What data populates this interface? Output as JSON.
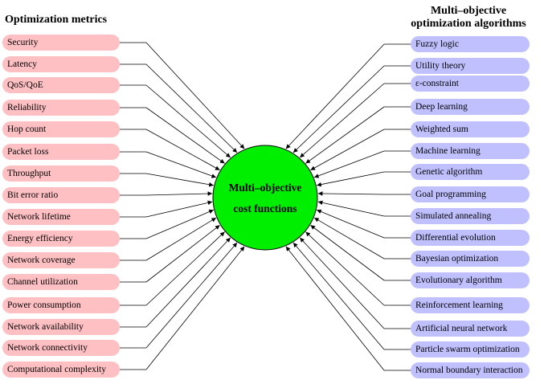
{
  "left_heading": "Optimization metrics",
  "right_heading_line1": "Multi–objective",
  "right_heading_line2": "optimization algorithms",
  "center_line1": "Multi–objective",
  "center_line2": "cost functions",
  "colors": {
    "metric_pill": "#ffc0c4",
    "algorithm_pill": "#c0c0ff",
    "circle_fill": "#00ee00",
    "line": "#000000"
  },
  "metrics": [
    "Security",
    "Latency",
    "QoS/QoE",
    "Reliability",
    "Hop count",
    "Packet loss",
    "Throughput",
    "Bit error ratio",
    "Network lifetime",
    "Energy efficiency",
    "Network coverage",
    "Channel utilization",
    "Power consumption",
    "Network availability",
    "Network connectivity",
    "Computational complexity"
  ],
  "algorithms": [
    "Fuzzy logic",
    "Utility theory",
    "ε-constraint",
    "Deep learning",
    "Weighted sum",
    "Machine learning",
    "Genetic algorithm",
    "Goal programming",
    "Simulated annealing",
    "Differential evolution",
    "Bayesian optimization",
    "Evolutionary algorithm",
    "Reinforcement learning",
    "Artificial neural network",
    "Particle swarm optimization",
    "Normal boundary interaction"
  ]
}
